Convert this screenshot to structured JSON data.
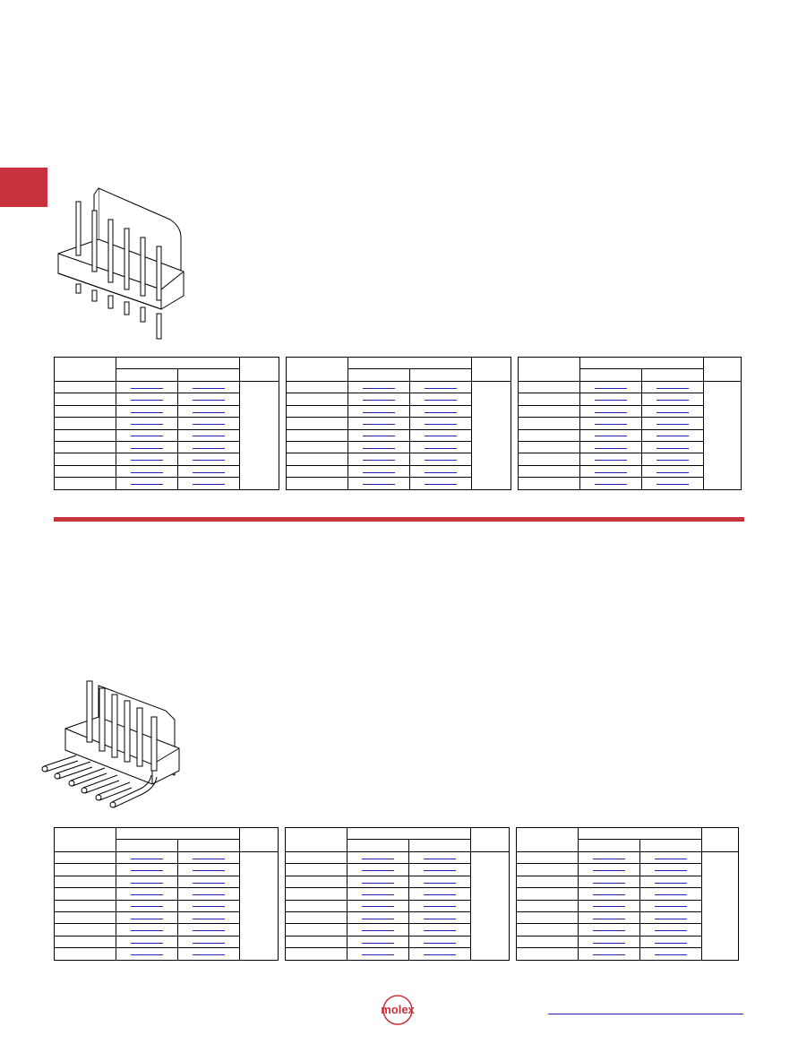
{
  "colors": {
    "accent": "#c8323c",
    "link": "#2222bb"
  },
  "sections": [
    {
      "name": "vertical-header",
      "icon": "vertical-pin-header-icon"
    },
    {
      "name": "right-angle-header",
      "icon": "right-angle-pin-header-icon"
    }
  ],
  "tables_per_section": 3,
  "rows_per_table": 9,
  "footer": {
    "logo_text": "molex",
    "logo_icon": "molex-logo-icon"
  }
}
